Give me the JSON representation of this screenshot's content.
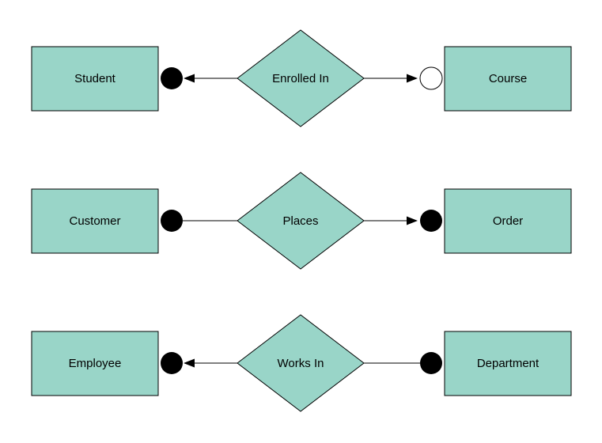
{
  "page": {
    "background": "#ffffff"
  },
  "styles": {
    "shape_fill": "#99d5c8",
    "shape_stroke": "#000000",
    "line_color": "#000000",
    "marker_fill": "#000000",
    "open_marker_fill": "#ffffff",
    "text_color": "#000000"
  },
  "diagram": {
    "type": "entity-relationship",
    "rows": [
      {
        "left_entity": "Student",
        "relationship": "Enrolled In",
        "right_entity": "Course",
        "left_connector": {
          "marker": "filled-circle",
          "arrowhead": "points-to-left-entity"
        },
        "right_connector": {
          "marker": "open-circle",
          "arrowhead": "points-to-right-entity"
        }
      },
      {
        "left_entity": "Customer",
        "relationship": "Places",
        "right_entity": "Order",
        "left_connector": {
          "marker": "filled-circle",
          "arrowhead": "none"
        },
        "right_connector": {
          "marker": "filled-circle",
          "arrowhead": "points-to-right-entity"
        }
      },
      {
        "left_entity": "Employee",
        "relationship": "Works In",
        "right_entity": "Department",
        "left_connector": {
          "marker": "filled-circle",
          "arrowhead": "points-to-left-entity"
        },
        "right_connector": {
          "marker": "filled-circle",
          "arrowhead": "none"
        }
      }
    ]
  }
}
